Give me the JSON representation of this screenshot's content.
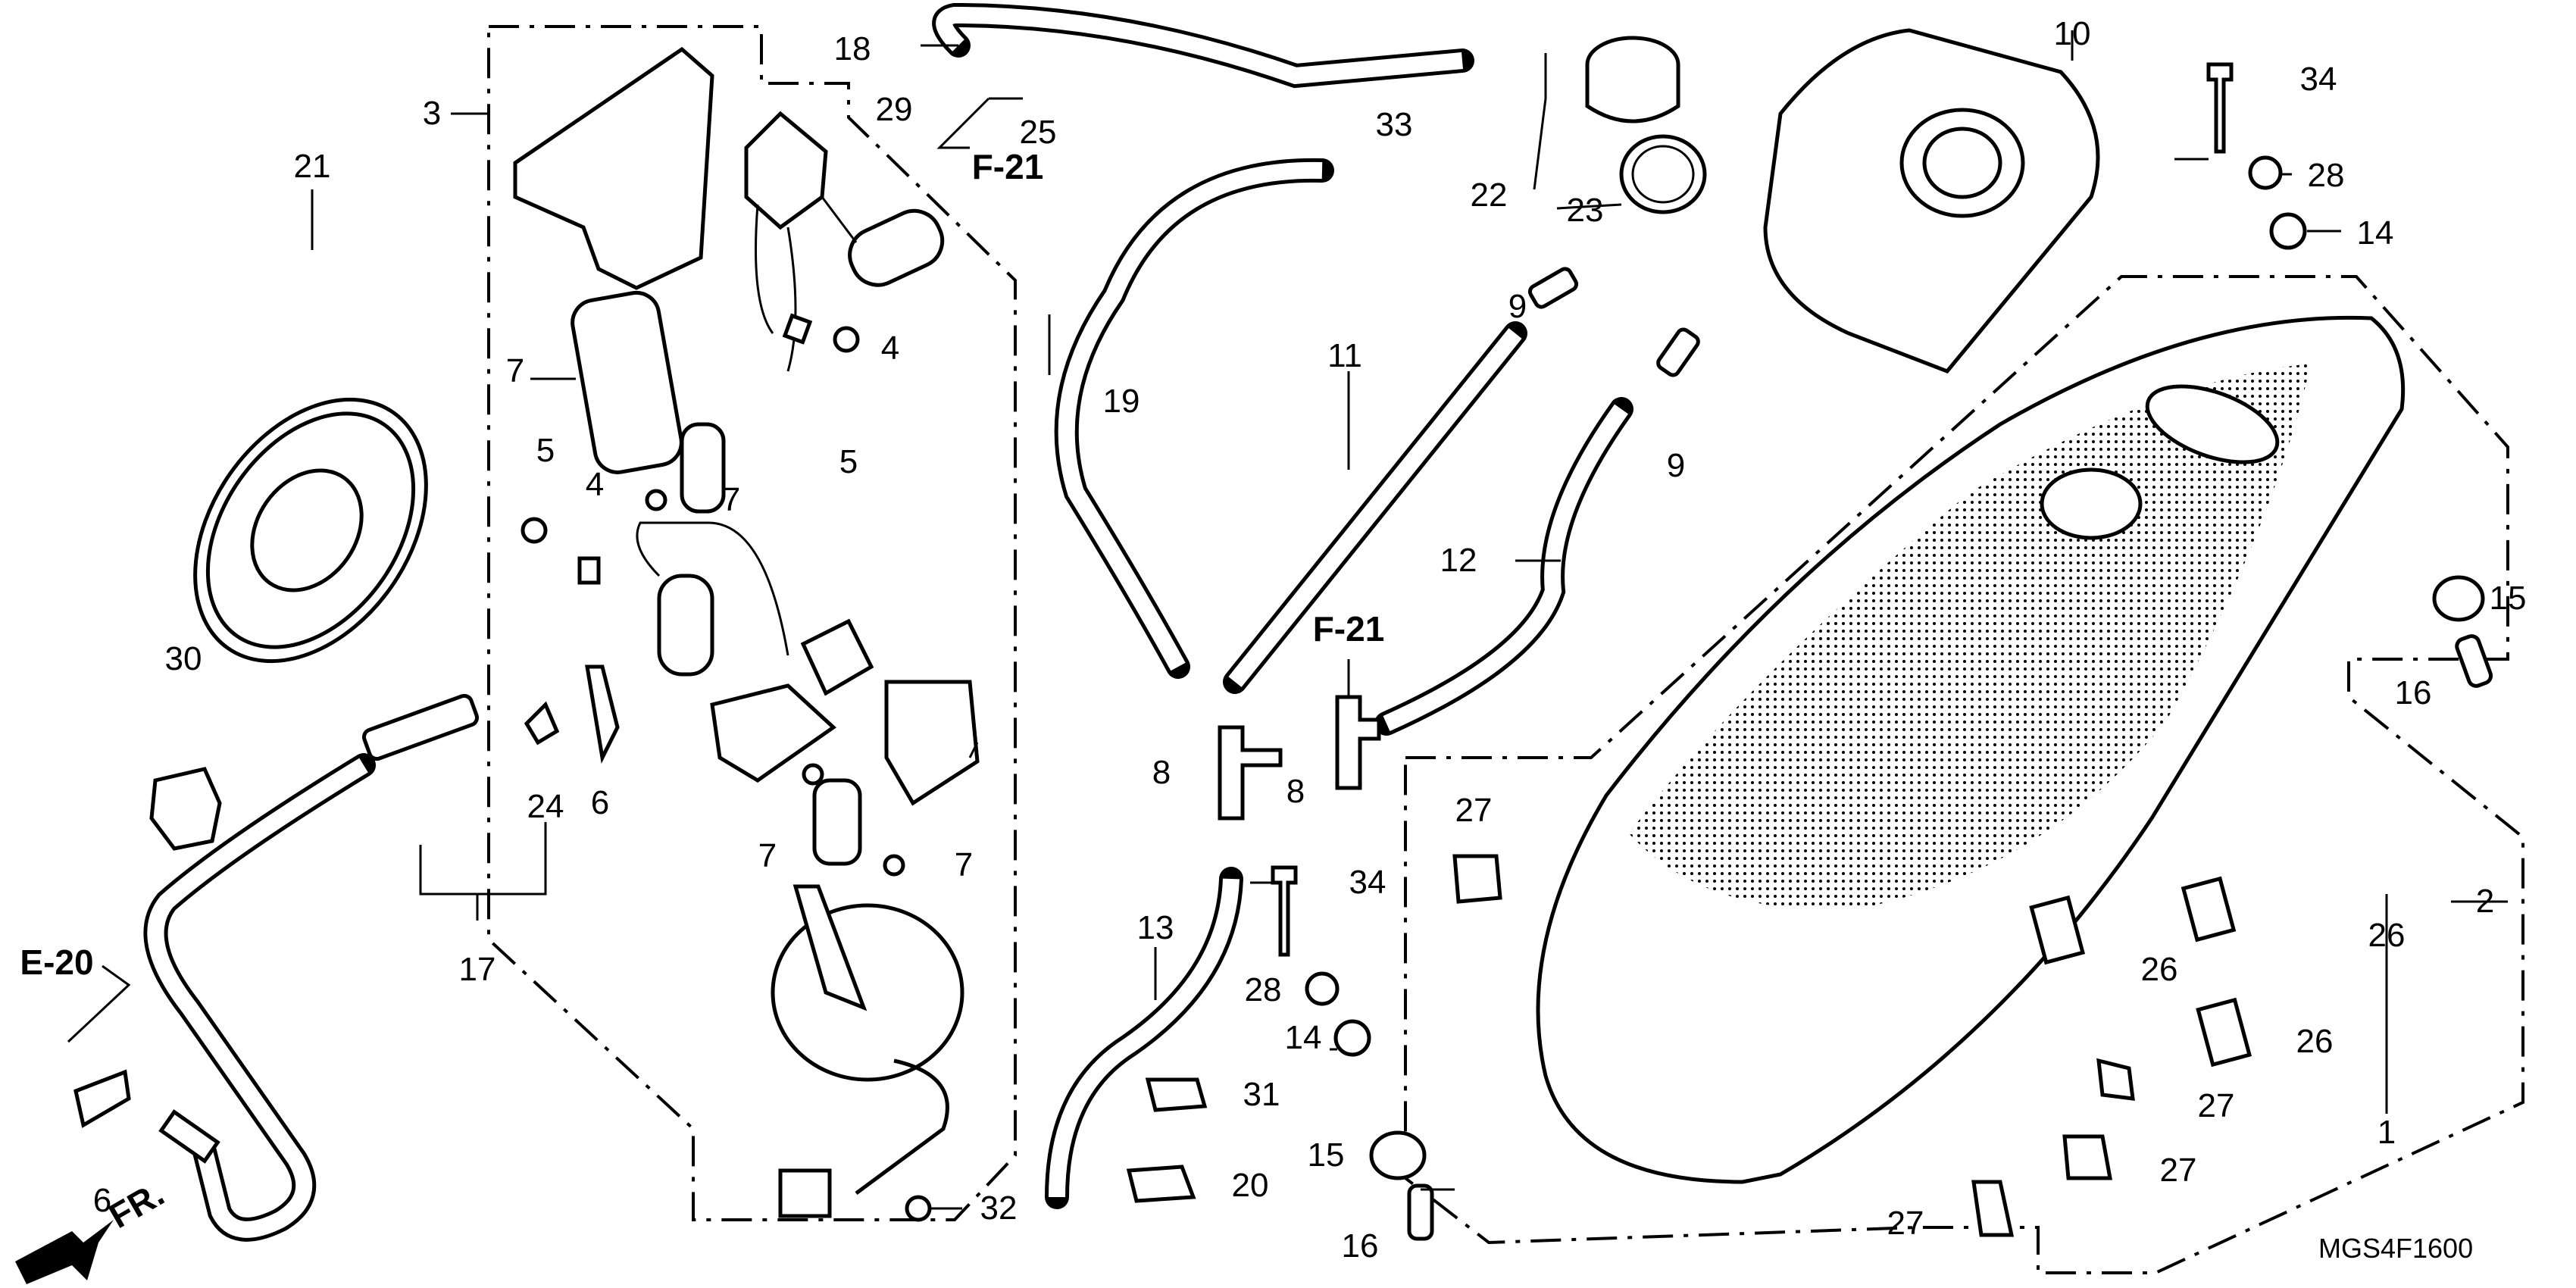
{
  "diagram": {
    "title": "Fuel tank parts diagram",
    "drawing_code": "MGS4F1600",
    "front_marker": "FR.",
    "references": [
      {
        "id": "ref-f21-top",
        "text": "F-21"
      },
      {
        "id": "ref-f21-mid",
        "text": "F-21"
      },
      {
        "id": "ref-e20",
        "text": "E-20"
      }
    ],
    "callouts": [
      {
        "n": "1"
      },
      {
        "n": "2"
      },
      {
        "n": "3"
      },
      {
        "n": "4"
      },
      {
        "n": "4"
      },
      {
        "n": "5"
      },
      {
        "n": "5"
      },
      {
        "n": "6"
      },
      {
        "n": "6"
      },
      {
        "n": "7"
      },
      {
        "n": "7"
      },
      {
        "n": "7"
      },
      {
        "n": "7"
      },
      {
        "n": "8"
      },
      {
        "n": "8"
      },
      {
        "n": "9"
      },
      {
        "n": "9"
      },
      {
        "n": "10"
      },
      {
        "n": "11"
      },
      {
        "n": "12"
      },
      {
        "n": "13"
      },
      {
        "n": "14"
      },
      {
        "n": "14"
      },
      {
        "n": "15"
      },
      {
        "n": "15"
      },
      {
        "n": "16"
      },
      {
        "n": "16"
      },
      {
        "n": "17"
      },
      {
        "n": "18"
      },
      {
        "n": "19"
      },
      {
        "n": "20"
      },
      {
        "n": "21"
      },
      {
        "n": "22"
      },
      {
        "n": "23"
      },
      {
        "n": "24"
      },
      {
        "n": "25"
      },
      {
        "n": "26"
      },
      {
        "n": "26"
      },
      {
        "n": "26"
      },
      {
        "n": "27"
      },
      {
        "n": "27"
      },
      {
        "n": "27"
      },
      {
        "n": "27"
      },
      {
        "n": "28"
      },
      {
        "n": "28"
      },
      {
        "n": "29"
      },
      {
        "n": "30"
      },
      {
        "n": "31"
      },
      {
        "n": "32"
      },
      {
        "n": "33"
      },
      {
        "n": "34"
      },
      {
        "n": "34"
      }
    ]
  }
}
